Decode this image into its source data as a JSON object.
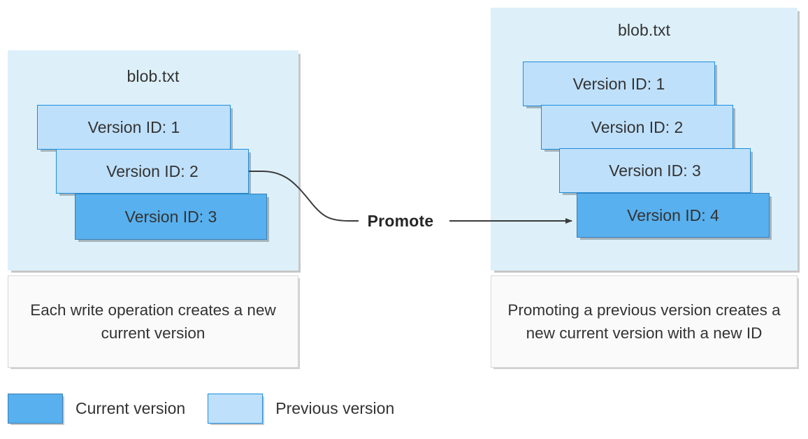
{
  "diagram": {
    "title_semantic": "azure-blob-versioning-promote",
    "colors": {
      "panel_background": "#ddf0fa",
      "previous_version_fill": "#bfe0fa",
      "previous_version_border": "#1b8ddd",
      "current_version_fill": "#58b0ee",
      "current_version_border": "#3a7fb5",
      "caption_background": "#fafafa",
      "caption_border": "#d8d8d8",
      "connector": "#3b3b3b",
      "text": "#333333"
    }
  },
  "left_panel": {
    "blob_name": "blob.txt",
    "versions": [
      {
        "label": "Version ID: 1",
        "state": "previous"
      },
      {
        "label": "Version ID: 2",
        "state": "previous"
      },
      {
        "label": "Version ID: 3",
        "state": "current"
      }
    ],
    "caption": "Each write operation creates a new current version"
  },
  "right_panel": {
    "blob_name": "blob.txt",
    "versions": [
      {
        "label": "Version ID: 1",
        "state": "previous"
      },
      {
        "label": "Version ID: 2",
        "state": "previous"
      },
      {
        "label": "Version ID: 3",
        "state": "previous"
      },
      {
        "label": "Version ID: 4",
        "state": "current"
      }
    ],
    "caption": "Promoting a previous version creates a new current version with a new ID"
  },
  "connector": {
    "label": "Promote",
    "from": "Version ID: 2 (left panel)",
    "to": "Version ID: 4 (right panel)"
  },
  "legend": {
    "items": [
      {
        "label": "Current version",
        "state": "current"
      },
      {
        "label": "Previous version",
        "state": "previous"
      }
    ]
  }
}
